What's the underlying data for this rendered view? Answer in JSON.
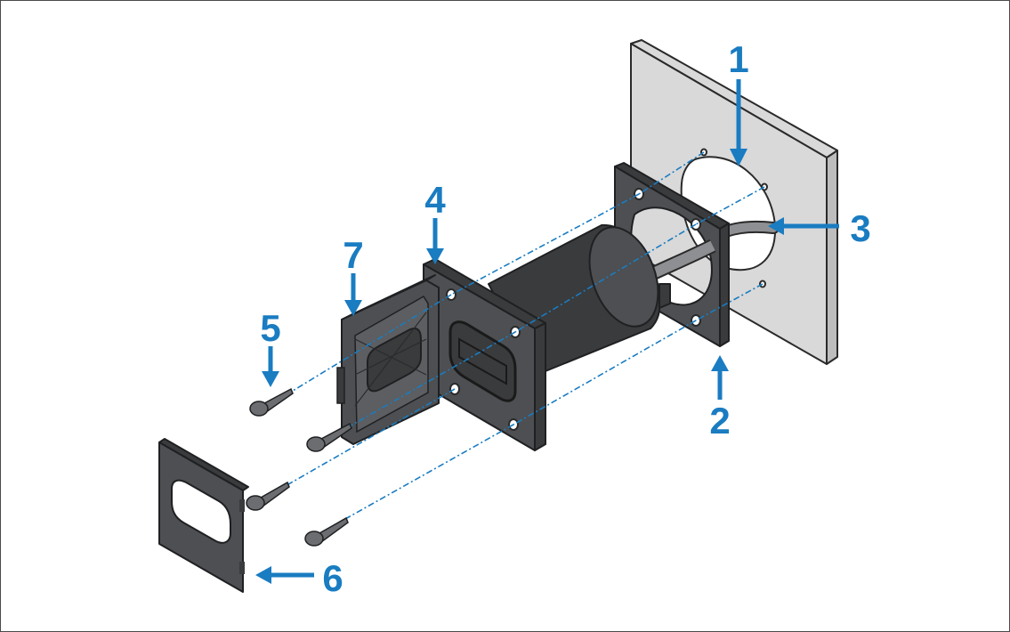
{
  "callouts": {
    "c1": "1",
    "c2": "2",
    "c3": "3",
    "c4": "4",
    "c5": "5",
    "c6": "6",
    "c7": "7"
  },
  "colors": {
    "callout_blue": "#1a7cc1",
    "part_dark": "#4d4f52",
    "panel_grey": "#d9d9d9"
  }
}
